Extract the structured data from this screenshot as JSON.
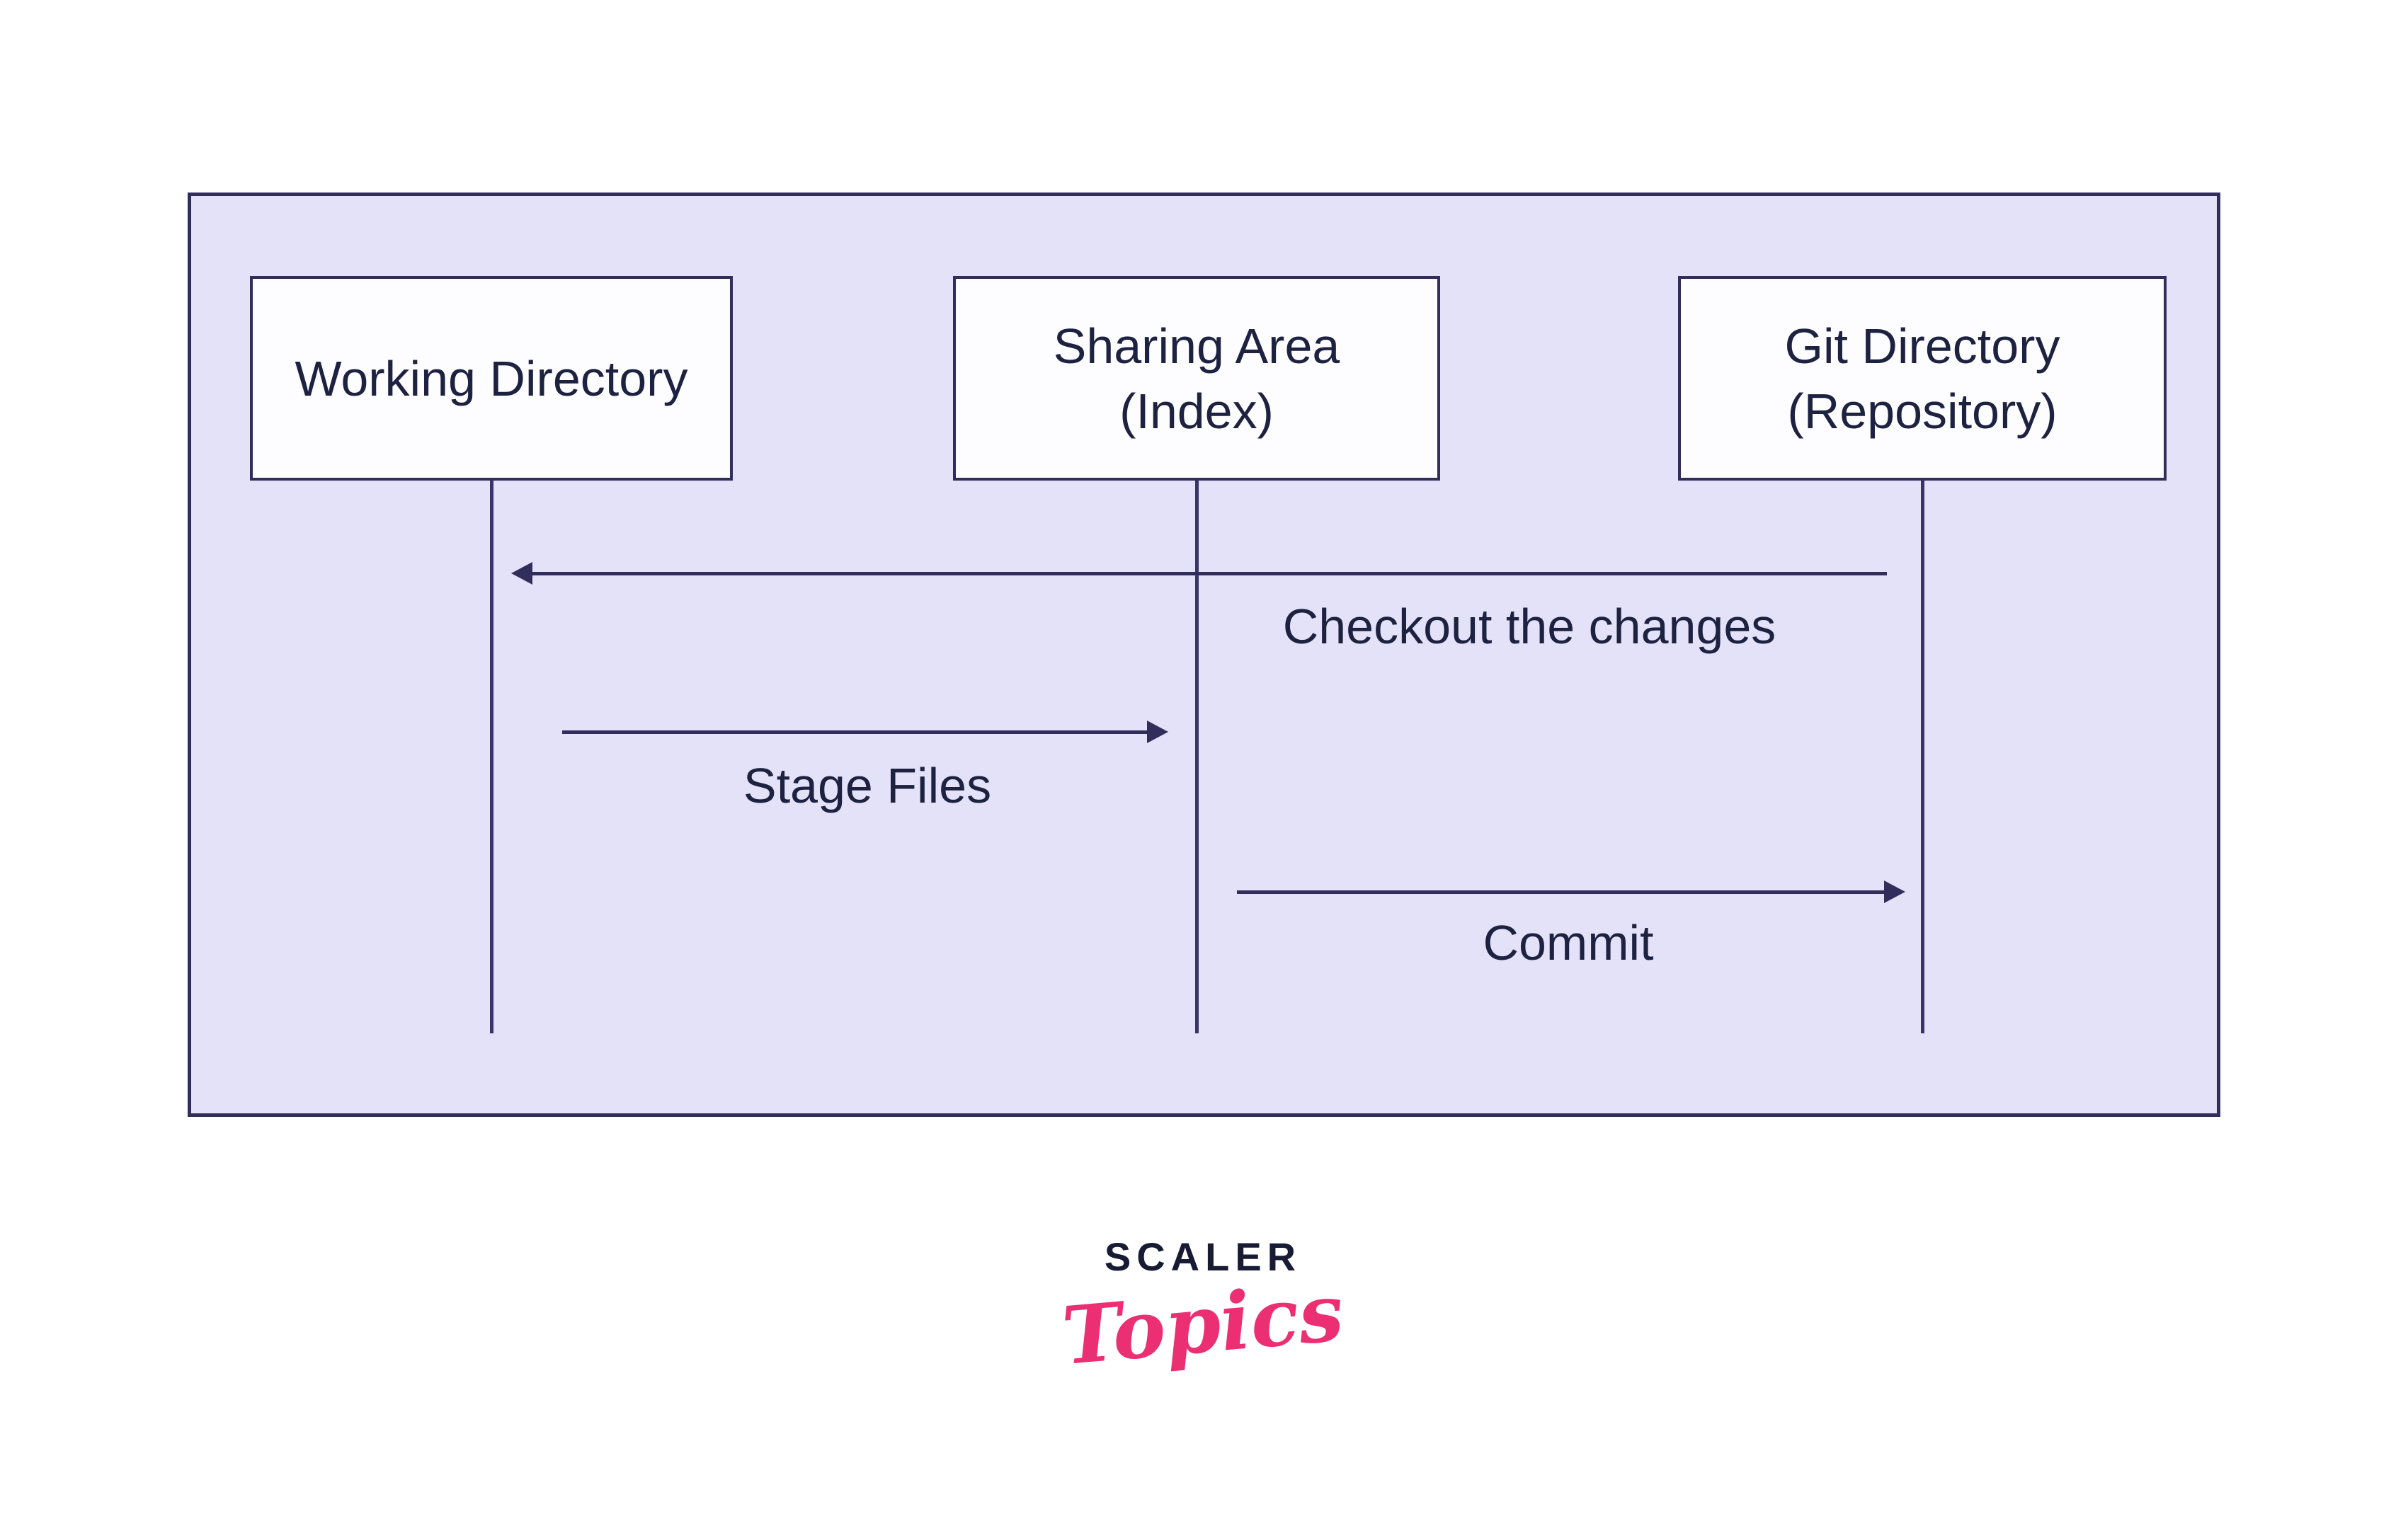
{
  "diagram": {
    "panel_fill": "#e4e2f8",
    "stroke_color": "#322e5c",
    "text_color": "#1e2241",
    "nodes": [
      {
        "id": "working-directory",
        "line1": "Working Directory",
        "line2": ""
      },
      {
        "id": "sharing-area",
        "line1": "Sharing Area",
        "line2": "(Index)"
      },
      {
        "id": "git-directory",
        "line1": "Git Directory",
        "line2": "(Repository)"
      }
    ],
    "messages": [
      {
        "id": "checkout",
        "label": "Checkout the changes",
        "from": "git-directory",
        "to": "working-directory",
        "direction": "left"
      },
      {
        "id": "stage",
        "label": "Stage Files",
        "from": "working-directory",
        "to": "sharing-area",
        "direction": "right"
      },
      {
        "id": "commit",
        "label": "Commit",
        "from": "sharing-area",
        "to": "git-directory",
        "direction": "right"
      }
    ]
  },
  "logo": {
    "brand": "SCALER",
    "sub": "Topics",
    "brand_color": "#171b33",
    "accent_color": "#eb2f72"
  }
}
